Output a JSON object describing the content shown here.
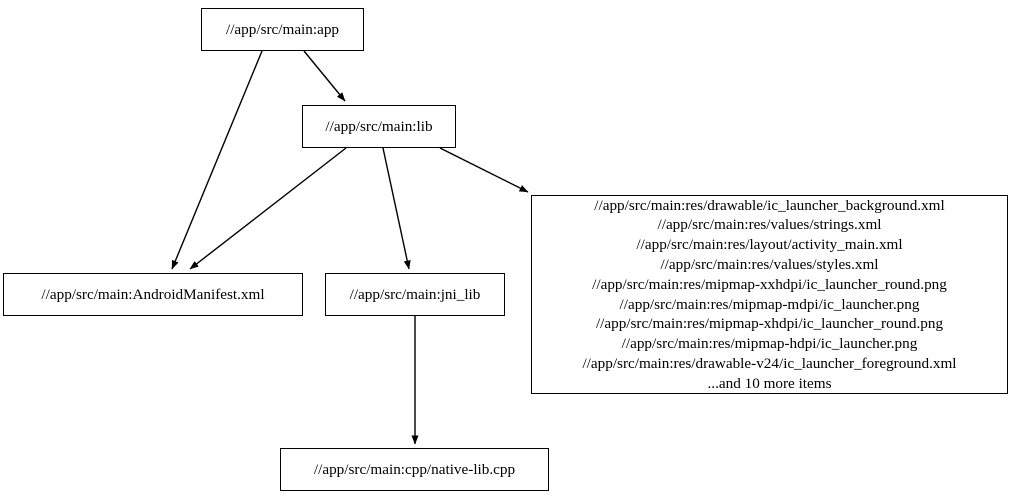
{
  "graph": {
    "type": "directed-dependency-graph",
    "nodes": [
      {
        "id": "app",
        "label": "//app/src/main:app"
      },
      {
        "id": "lib",
        "label": "//app/src/main:lib"
      },
      {
        "id": "manifest",
        "label": "//app/src/main:AndroidManifest.xml"
      },
      {
        "id": "jni_lib",
        "label": "//app/src/main:jni_lib"
      },
      {
        "id": "cpp",
        "label": "//app/src/main:cpp/native-lib.cpp"
      },
      {
        "id": "res",
        "lines": [
          "//app/src/main:res/drawable/ic_launcher_background.xml",
          "//app/src/main:res/values/strings.xml",
          "//app/src/main:res/layout/activity_main.xml",
          "//app/src/main:res/values/styles.xml",
          "//app/src/main:res/mipmap-xxhdpi/ic_launcher_round.png",
          "//app/src/main:res/mipmap-mdpi/ic_launcher.png",
          "//app/src/main:res/mipmap-xhdpi/ic_launcher_round.png",
          "//app/src/main:res/mipmap-hdpi/ic_launcher.png",
          "//app/src/main:res/drawable-v24/ic_launcher_foreground.xml",
          "...and 10 more items"
        ]
      }
    ],
    "edges": [
      {
        "from": "app",
        "to": "lib"
      },
      {
        "from": "app",
        "to": "manifest"
      },
      {
        "from": "lib",
        "to": "manifest"
      },
      {
        "from": "lib",
        "to": "jni_lib"
      },
      {
        "from": "lib",
        "to": "res"
      },
      {
        "from": "jni_lib",
        "to": "cpp"
      }
    ],
    "colors": {
      "node_border": "#000000",
      "node_fill": "#ffffff",
      "edge": "#000000",
      "background": "#ffffff",
      "text": "#000000"
    }
  }
}
